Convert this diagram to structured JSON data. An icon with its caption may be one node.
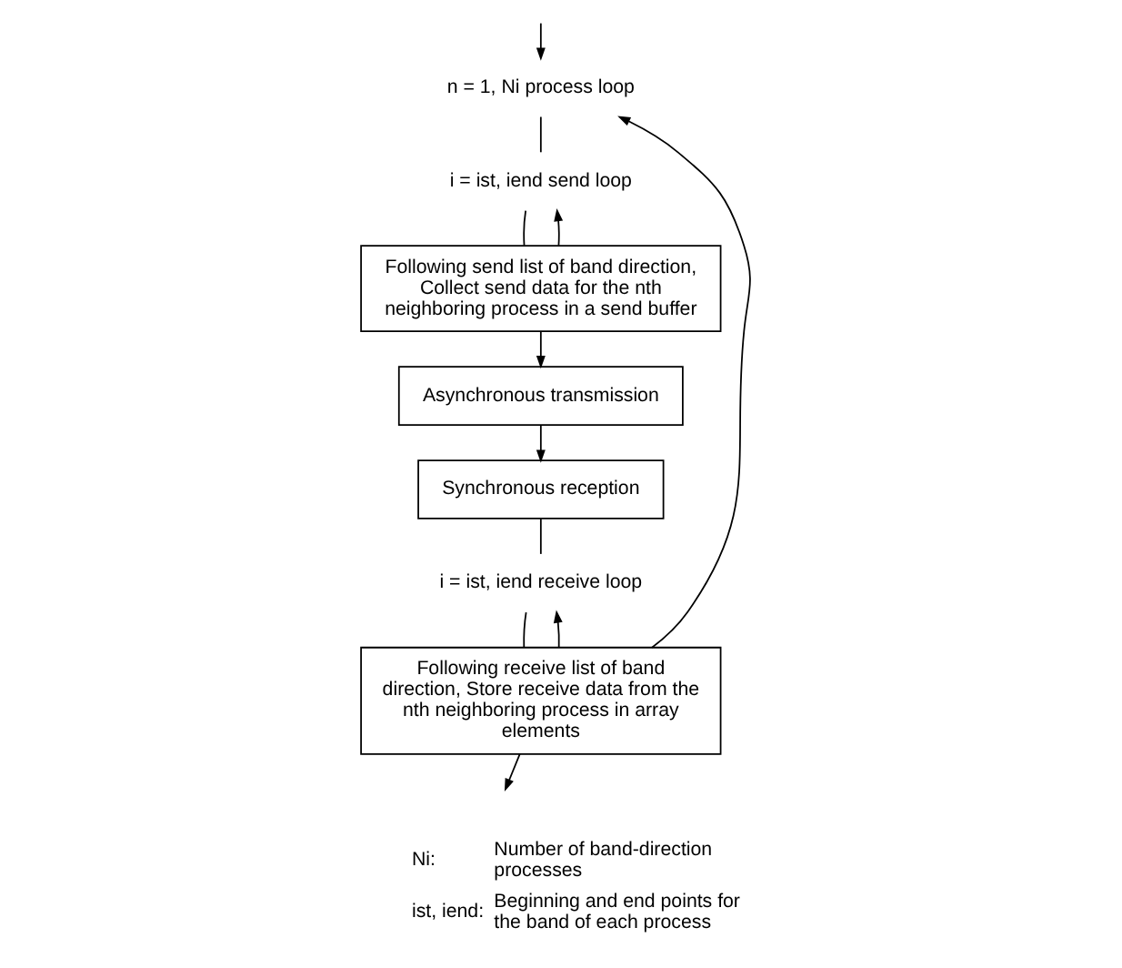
{
  "diagram": {
    "nodes": [
      {
        "text": [
          "n = 1, Ni process loop"
        ]
      },
      {
        "text": [
          "i = ist, iend send loop"
        ]
      },
      {
        "text": [
          "Following send list of band direction, Collect send data for the nth neighboring process in a send buffer"
        ]
      },
      {
        "text": [
          "Asynchronous transmission"
        ]
      },
      {
        "text": [
          "Synchronous reception"
        ]
      },
      {
        "text": [
          "i = ist, iend receive loop"
        ]
      },
      {
        "text": [
          "Following receive list of band direction, Store receive data from the nth neighboring process in array elements"
        ]
      }
    ],
    "edges": [
      {
        "from": null,
        "to": 0,
        "arrow": "to"
      },
      {
        "from": 0,
        "to": 1,
        "arrow": "none"
      },
      {
        "from": 1,
        "to": 2,
        "arrow": "none"
      },
      {
        "from": 2,
        "to": 1,
        "arrow": "to"
      },
      {
        "from": 2,
        "to": 3,
        "arrow": "to"
      },
      {
        "from": 3,
        "to": 4,
        "arrow": "to"
      },
      {
        "from": 4,
        "to": 5,
        "arrow": "none"
      },
      {
        "from": 5,
        "to": 6,
        "arrow": "none"
      },
      {
        "from": 6,
        "to": 5,
        "arrow": "to"
      },
      {
        "from": 6,
        "to": 0,
        "arrow": "to"
      },
      {
        "from": 6,
        "to": null,
        "arrow": "to"
      }
    ],
    "labels": [
      "Ni:",
      "Number of band-direction processes",
      "ist, iend:",
      "Beginning and end points for the band of each process"
    ]
  }
}
